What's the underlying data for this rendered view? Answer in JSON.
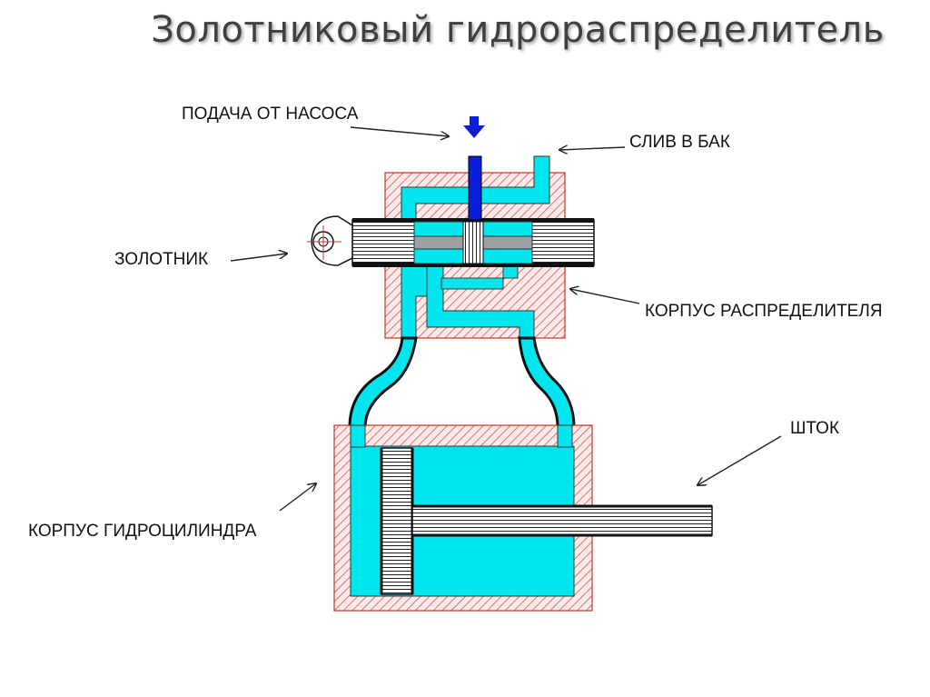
{
  "title": "Золотниковый гидрораспределитель",
  "labels": {
    "supply": "ПОДАЧА ОТ НАСОСА",
    "drain": "СЛИВ В БАК",
    "spool": "ЗОЛОТНИК",
    "valve_body": "КОРПУС РАСПРЕДЕЛИТЕЛЯ",
    "rod": "ШТОК",
    "cylinder_body": "КОРПУС ГИДРОЦИЛИНДРА"
  },
  "colors": {
    "fluid": "#00E5EE",
    "hatch": "#D9534F",
    "supply_arrow": "#0A1FD6"
  }
}
